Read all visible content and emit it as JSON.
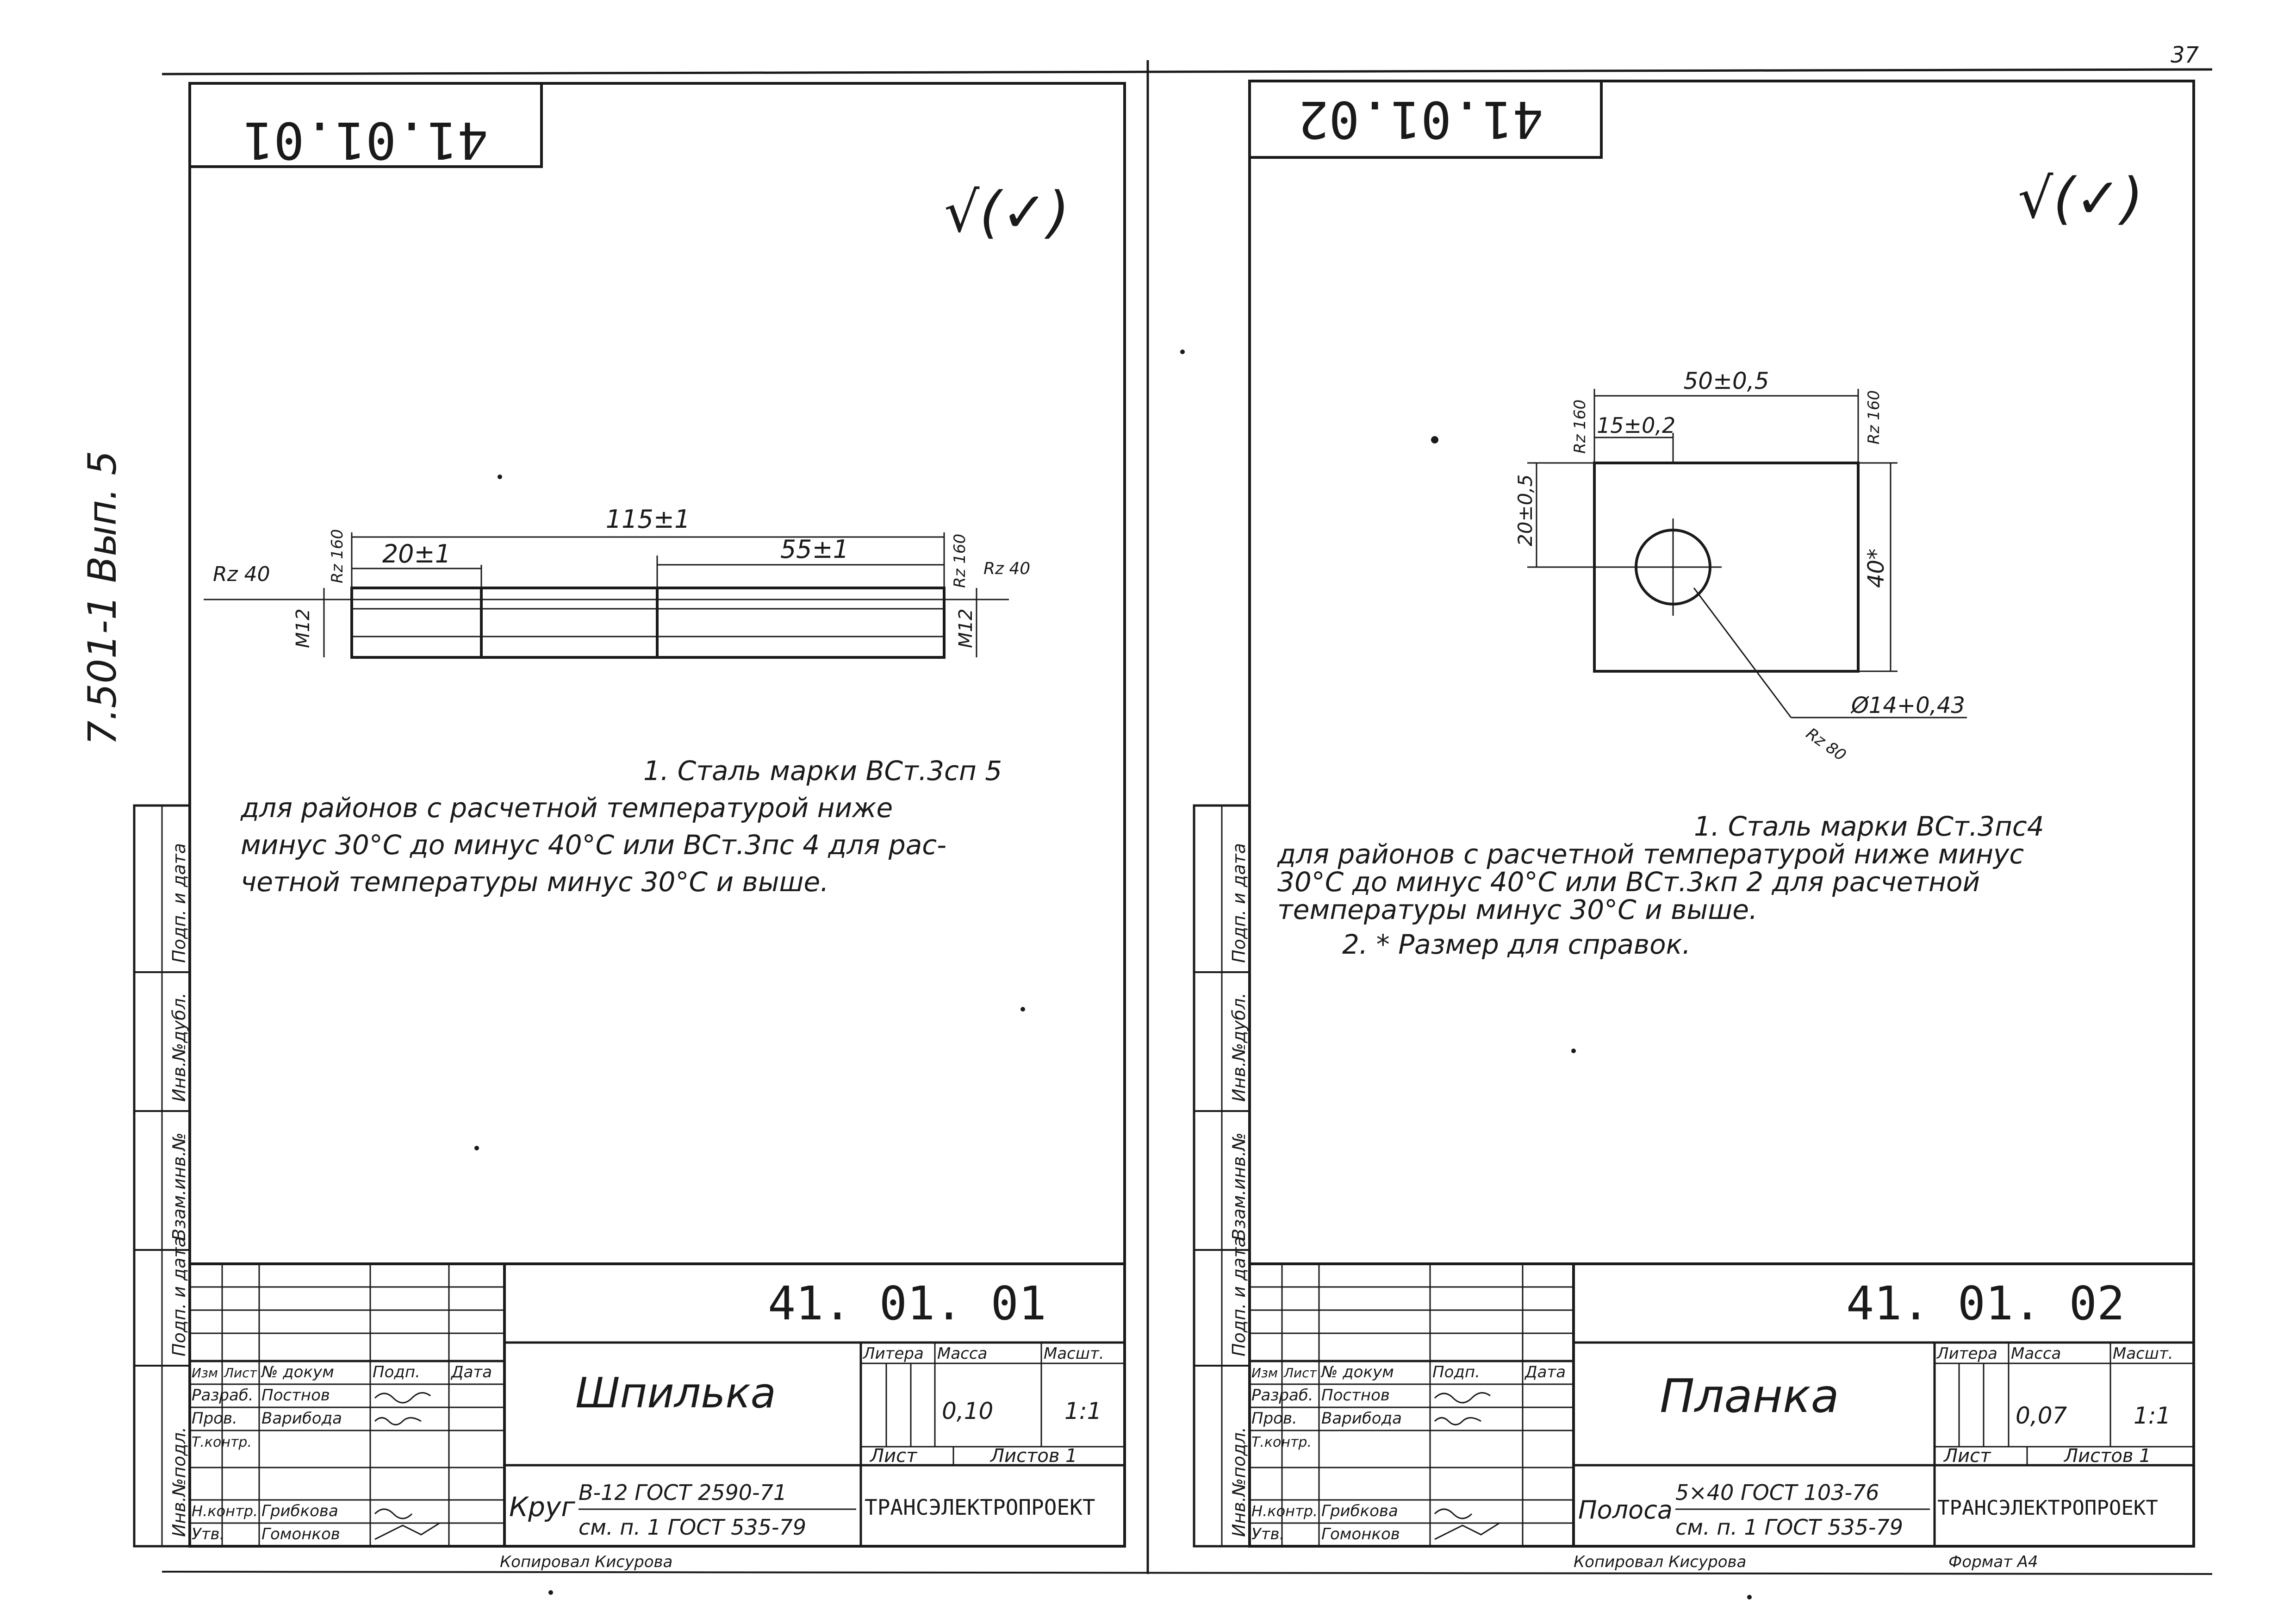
{
  "page_ref": "37",
  "album_code": "7.501-1 Вып. 5",
  "format": "Формат А4",
  "copied_by": "Копировал Кисурова",
  "left_margin_labels": [
    "Инв.№подл.",
    "Подп. и дата",
    "Взам.инв.№",
    "Инв.№дубл.",
    "Подп. и дата"
  ],
  "tb_col_headers": [
    "Изм",
    "Лист",
    "№ докум",
    "Подп.",
    "Дата"
  ],
  "tb_roles": [
    "Разраб.",
    "Пров.",
    "Т.контр.",
    "Н.контр.",
    "Утв."
  ],
  "tb_names": [
    "Постнов",
    "Варибода",
    "",
    "Грибкова",
    "Гомонков"
  ],
  "tb_grid_labels": [
    "Литера",
    "Масса",
    "Масшт.",
    "Лист",
    "Листов 1"
  ],
  "org": "ТРАНСЭЛЕКТРОПРОЕКТ",
  "sheets": [
    {
      "stamp_code": "41.01.01",
      "code": "41. 01. 01",
      "title": "Шпилька",
      "mass": "0,10",
      "scale": "1:1",
      "material_label": "Круг",
      "material_line1": "В-12 ГОСТ 2590-71",
      "material_line2": "см. п. 1 ГОСТ 535-79",
      "roughness": "√(✓)",
      "dims": {
        "overall": "115±1",
        "left": "20±1",
        "right": "55±1",
        "thread_left": "М12",
        "thread_right": "М12",
        "rz_left": "Rz 40",
        "rz_top_left": "Rz 160",
        "rz_top_right": "Rz 160",
        "rz_right": "Rz 40"
      },
      "notes": [
        "1. Сталь марки ВСт.3сп 5",
        "для районов с расчетной температурой ниже",
        "минус 30°С до минус 40°С или ВСт.3пс 4 для рас-",
        "четной температуры минус 30°С и выше."
      ]
    },
    {
      "stamp_code": "41.01.02",
      "code": "41. 01. 02",
      "title": "Планка",
      "mass": "0,07",
      "scale": "1:1",
      "material_label": "Полоса",
      "material_line1": "5×40 ГОСТ 103-76",
      "material_line2": "см. п. 1 ГОСТ 535-79",
      "roughness": "√(✓)",
      "dims": {
        "width": "50±0,5",
        "hole_x": "15±0,2",
        "hole_y": "20±0,5",
        "height": "40*",
        "hole_d": "Ø14+0,43",
        "rz_left": "Rz 160",
        "rz_right": "Rz 160",
        "rz_hole": "Rz 80"
      },
      "notes": [
        "1. Сталь марки ВСт.3пс4",
        "для районов с расчетной температурой ниже минус",
        "30°С до минус 40°С или ВСт.3кп 2 для расчетной",
        "температуры минус 30°С и выше.",
        "2. * Размер для справок."
      ]
    }
  ]
}
